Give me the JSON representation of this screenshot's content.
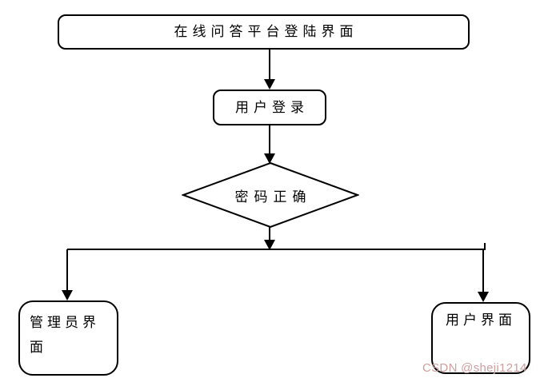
{
  "flowchart": {
    "nodes": [
      {
        "id": "start",
        "type": "rounded-rect",
        "label": "在线问答平台登陆界面"
      },
      {
        "id": "login",
        "type": "rounded-rect",
        "label": "用户登录"
      },
      {
        "id": "decision",
        "type": "diamond",
        "label": "密码正确"
      },
      {
        "id": "admin",
        "type": "rounded-rect",
        "label": "管理员界面"
      },
      {
        "id": "user",
        "type": "rounded-rect",
        "label": "用户界面"
      }
    ],
    "edges": [
      {
        "from": "start",
        "to": "login",
        "style": "arrow-down"
      },
      {
        "from": "login",
        "to": "decision",
        "style": "arrow-down"
      },
      {
        "from": "decision",
        "to": "branch",
        "style": "arrow-down"
      },
      {
        "from": "branch",
        "to": "admin",
        "style": "arrow-down"
      },
      {
        "from": "branch",
        "to": "user",
        "style": "arrow-down"
      }
    ]
  },
  "colors": {
    "line": "#000000",
    "node_fill": "#ffffff",
    "background": "#ffffff",
    "watermark": "#cf9e9e"
  },
  "watermark": {
    "text": "CSDN @sheji1214"
  }
}
